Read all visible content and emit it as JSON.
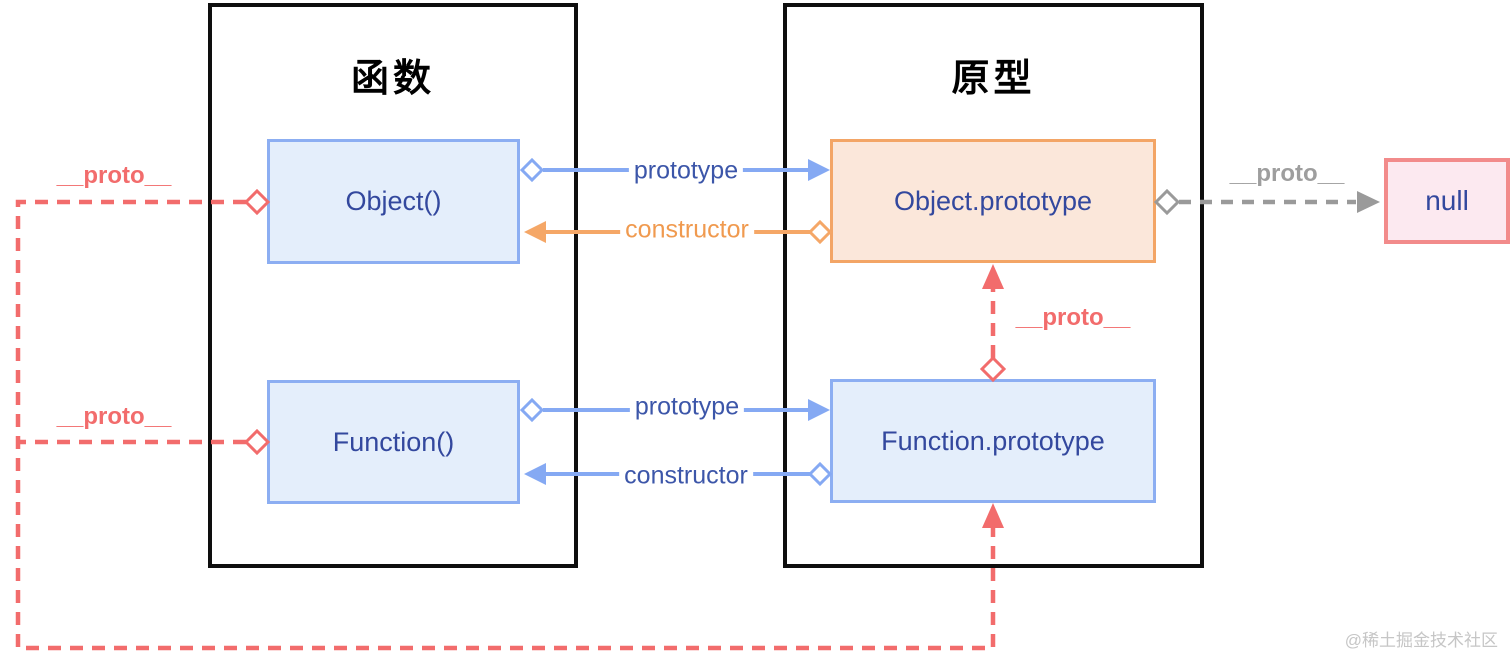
{
  "diagram": {
    "containers": {
      "functions": {
        "title": "函数"
      },
      "prototypes": {
        "title": "原型"
      }
    },
    "nodes": {
      "object_fn": {
        "label": "Object()"
      },
      "function_fn": {
        "label": "Function()"
      },
      "object_prototype": {
        "label": "Object.prototype"
      },
      "function_prototype": {
        "label": "Function.prototype"
      },
      "null_value": {
        "label": "null"
      }
    },
    "edges": {
      "object_prototype_link": {
        "label": "prototype"
      },
      "object_constructor_link": {
        "label": "constructor"
      },
      "function_prototype_link": {
        "label": "prototype"
      },
      "function_constructor_link": {
        "label": "constructor"
      },
      "object_fn_proto_link": {
        "label": "__proto__"
      },
      "function_fn_proto_link": {
        "label": "__proto__"
      },
      "function_prototype_proto_link": {
        "label": "__proto__"
      },
      "object_prototype_proto_link": {
        "label": "__proto__"
      }
    },
    "colors": {
      "blue_line": "#85a9f3",
      "blue_text": "#3c56a9",
      "blue_fill": "#e4eefb",
      "blue_border": "#8caef2",
      "orange_line": "#f5a767",
      "orange_text": "#f09a4f",
      "orange_fill": "#fbe7da",
      "red_line": "#f26c6c",
      "pink_fill": "#fce9f0",
      "pink_border": "#f28b8b",
      "gray_line": "#9a9a9a",
      "container_border": "#0e0e0e",
      "node_text": "#33489e"
    }
  },
  "watermark": {
    "text": "@稀土掘金技术社区"
  }
}
